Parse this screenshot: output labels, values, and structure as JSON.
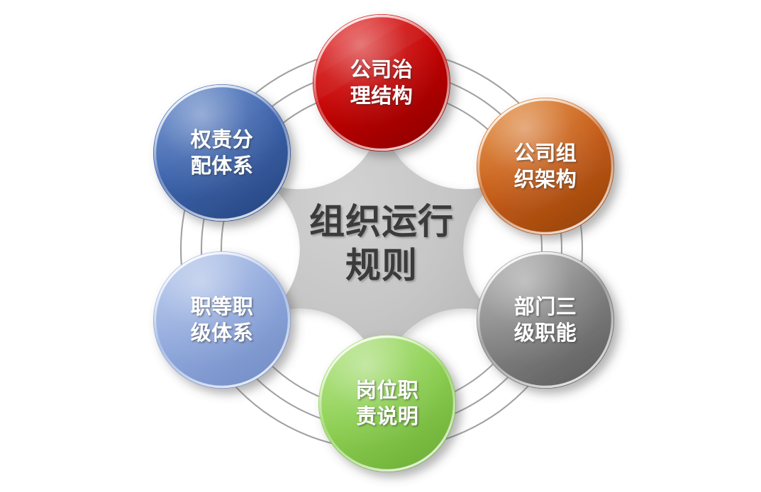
{
  "diagram": {
    "type": "hub-and-spoke-cycle",
    "title": "组织运行规则",
    "background_color": "#FFFFFF",
    "hub": {
      "label_line1": "组织运行",
      "label_line2": "规则",
      "full_label": "组织运行规则",
      "fill_color": "#C4C4C4",
      "text_color": "#3A3A3A",
      "shape": "scalloped-hexagon"
    },
    "ring_color": "#9A9A9A",
    "nodes": [
      {
        "id": "node-corporate-governance",
        "position": "top",
        "line1": "公司治",
        "line2": "理结构",
        "full_label": "公司治理结构",
        "fill_color": "#C00000",
        "fill_light": "#E02020",
        "fill_dark": "#900000",
        "text_color": "#FFFFFF"
      },
      {
        "id": "node-company-structure",
        "position": "upper-right",
        "line1": "公司组",
        "line2": "织架构",
        "full_label": "公司组织架构",
        "fill_color": "#C55A15",
        "fill_light": "#E0822F",
        "fill_dark": "#9A440E",
        "text_color": "#FFFFFF"
      },
      {
        "id": "node-department-functions",
        "position": "lower-right",
        "line1": "部门三",
        "line2": "级职能",
        "full_label": "部门三级职能",
        "fill_color": "#808080",
        "fill_light": "#A5A5A5",
        "fill_dark": "#5F5F5F",
        "text_color": "#FFFFFF"
      },
      {
        "id": "node-job-responsibility",
        "position": "bottom",
        "line1": "岗位职",
        "line2": "责说明",
        "full_label": "岗位职责说明",
        "fill_color": "#8CCF50",
        "fill_light": "#A8DE74",
        "fill_dark": "#6FB23A",
        "text_color": "#FFFFFF"
      },
      {
        "id": "node-grade-system",
        "position": "lower-left",
        "line1": "职等职",
        "line2": "级体系",
        "full_label": "职等职级体系",
        "fill_color": "#8FA8DC",
        "fill_light": "#ADC0E8",
        "fill_dark": "#7590C8",
        "text_color": "#FFFFFF"
      },
      {
        "id": "node-authority-allocation",
        "position": "upper-left",
        "line1": "权责分",
        "line2": "配体系",
        "full_label": "权责分配体系",
        "fill_color": "#3B62AB",
        "fill_light": "#5A80C4",
        "fill_dark": "#2A4A85",
        "text_color": "#FFFFFF"
      }
    ]
  }
}
